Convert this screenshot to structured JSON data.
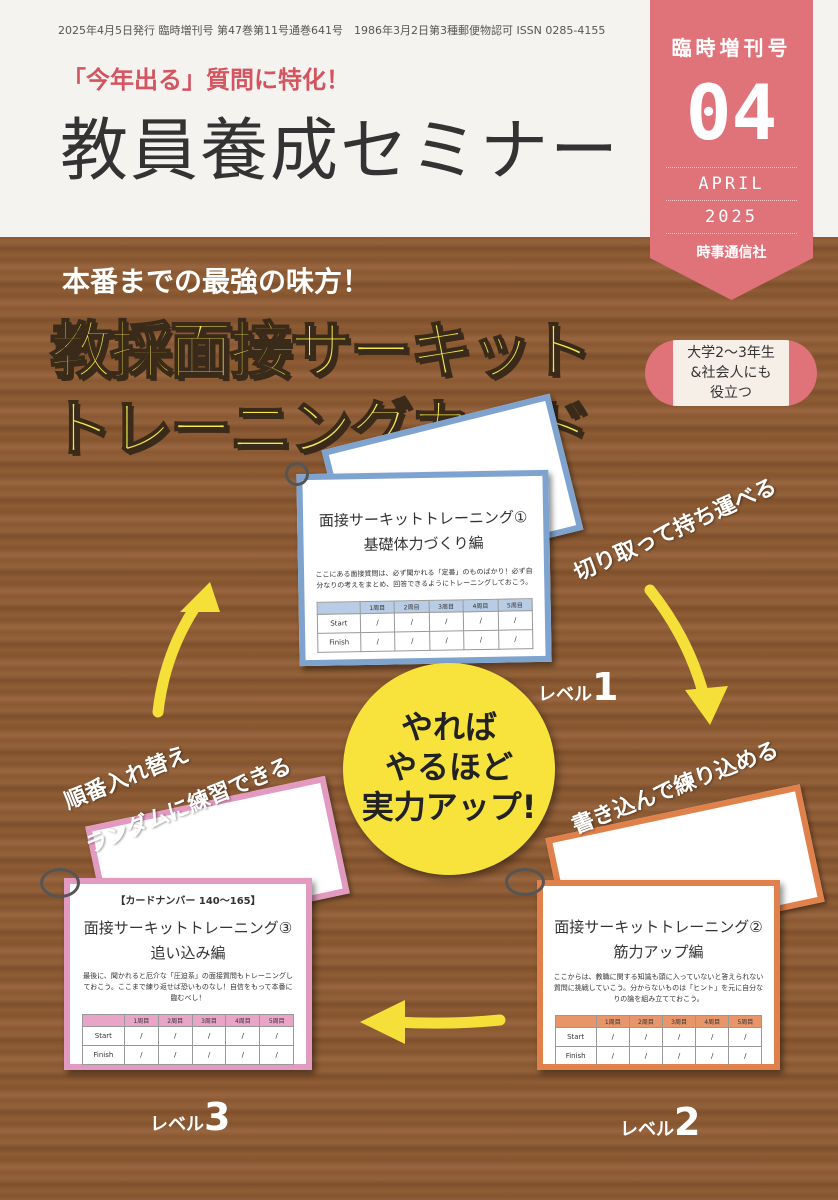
{
  "header": {
    "pub_info": "2025年4月5日発行 臨時増刊号 第47巻第11号通巻641号　1986年3月2日第3種郵便物認可 ISSN 0285-4155",
    "tagline": "「今年出る」質問に特化！",
    "magazine_title": "教員養成セミナー"
  },
  "badge": {
    "special": "臨時増刊号",
    "issue": "04",
    "month": "APRIL",
    "year": "2025",
    "publisher": "時事通信社",
    "color": "#e0727a"
  },
  "cover": {
    "subheadline": "本番までの最強の味方！",
    "headline_line1": "教採面接サーキット",
    "headline_line2": "トレーニングカード",
    "pill": [
      "大学2〜3年生",
      "&社会人にも",
      "役立つ"
    ],
    "circle": [
      "やれば",
      "やるほど",
      "実力アップ!"
    ],
    "captions": {
      "cut": "切り取って持ち運べる",
      "write": "書き込んで練り込める",
      "shuffle1": "順番入れ替え",
      "shuffle2": "ランダムに練習できる"
    },
    "levels": [
      {
        "label": "レベル",
        "num": "1"
      },
      {
        "label": "レベル",
        "num": "2"
      },
      {
        "label": "レベル",
        "num": "3"
      }
    ]
  },
  "table": {
    "headers": [
      "1周目",
      "2周目",
      "3周目",
      "4周目",
      "5周目"
    ],
    "rows": [
      "Start",
      "Finish"
    ],
    "mark": "/"
  },
  "cards": [
    {
      "id": "card1",
      "title": "面接サーキットトレーニング①",
      "subtitle": "基礎体力づくり編",
      "desc": "ここにある面接質問は、必ず聞かれる「定番」のものばかり！必ず自分なりの考えをまとめ、回答できるようにトレーニングしておこう。",
      "color": "#7fa3cf",
      "header_bg": "#b8cce6"
    },
    {
      "id": "card2",
      "title": "面接サーキットトレーニング②",
      "subtitle": "筋力アップ編",
      "desc": "ここからは、教職に関する知識も頭に入っていないと答えられない質問に挑戦していこう。分からないものは「ヒント」を元に自分なりの論を組み立てておこう。",
      "color": "#e0804a",
      "header_bg": "#e8956a"
    },
    {
      "id": "card3",
      "number": "【カードナンバー 140〜165】",
      "title": "面接サーキットトレーニング③",
      "subtitle": "追い込み編",
      "desc": "最後に、聞かれると厄介な「圧迫系」の面接質問もトレーニングしておこう。ここまで練り返せば恐いものなし！自信をもって本番に臨むべし！",
      "color": "#e39ac0",
      "header_bg": "#e9a5c8"
    }
  ],
  "arrow_color": "#f5e03a"
}
